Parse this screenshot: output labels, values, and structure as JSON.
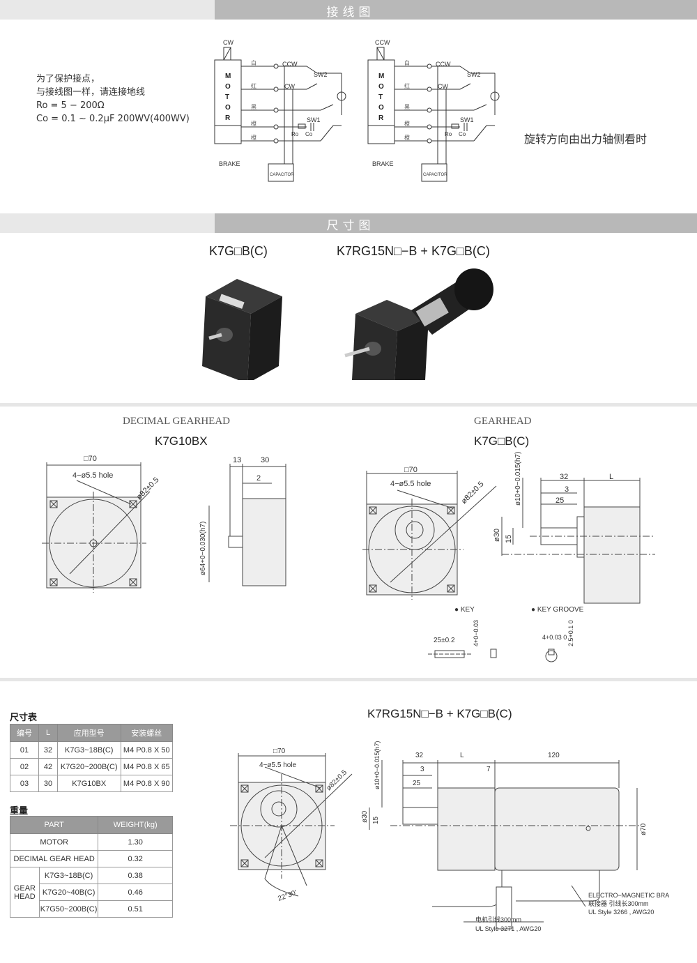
{
  "sections": {
    "wiring": "接线图",
    "dimensions": "尺寸图"
  },
  "wiring": {
    "note_line1": "为了保护接点，",
    "note_line2": "与接线图一样，请连接地线",
    "ro": "Ro = 5 − 200Ω",
    "co": "Co = 0.1 ~ 0.2μF 200WV(400WV)",
    "rotation_note": "旋转方向由出力轴侧看时",
    "left_diagram": {
      "direction": "CW"
    },
    "right_diagram": {
      "direction": "CCW"
    },
    "motor_letters": [
      "M",
      "O",
      "T",
      "O",
      "R"
    ],
    "brake": "BRAKE",
    "capacitor": "CAPACITOR",
    "wire_colors": [
      "白",
      "红",
      "黑",
      "橙",
      "橙"
    ],
    "labels": {
      "ccw": "CCW",
      "cw": "CW",
      "sw2": "SW2",
      "sw1": "SW1",
      "ro": "Ro",
      "co": "Co"
    }
  },
  "photos": {
    "model_left": "K7G□B(C)",
    "model_right": "K7RG15N□−B + K7G□B(C)"
  },
  "drawings": {
    "decimal_caption": "DECIMAL GEARHEAD",
    "decimal_model": "K7G10BX",
    "gear_caption": "GEARHEAD",
    "gear_model": "K7G□B(C)",
    "sq70": "□70",
    "hole": "4−ø5.5 hole",
    "dia82": "ø82±0.5",
    "dim13": "13",
    "dim30": "30",
    "dim2": "2",
    "dia64": "ø64+0−0.030(h7)",
    "dia10": "ø10+0−0.015(h7)",
    "dim32": "32",
    "dimL": "L",
    "dim3": "3",
    "dim25": "25",
    "dia30": "ø30",
    "dim15": "15",
    "key": "● KEY",
    "key_groove": "● KEY GROOVE",
    "key_len": "25±0.2",
    "key_w": "4+0−0.03",
    "groove_w": "4+0.03 0",
    "groove_d": "2.5+0.1 0"
  },
  "size_table": {
    "caption": "尺寸表",
    "headers": [
      "编号",
      "L",
      "应用型号",
      "安装螺丝"
    ],
    "rows": [
      [
        "01",
        "32",
        "K7G3~18B(C)",
        "M4 P0.8 X 50"
      ],
      [
        "02",
        "42",
        "K7G20~200B(C)",
        "M4 P0.8 X 65"
      ],
      [
        "03",
        "30",
        "K7G10BX",
        "M4 P0.8 X 90"
      ]
    ]
  },
  "weight_table": {
    "caption": "重量",
    "headers": [
      "PART",
      "WEIGHT(kg)"
    ],
    "motor": [
      "MOTOR",
      "1.30"
    ],
    "decimal": [
      "DECIMAL GEAR HEAD",
      "0.32"
    ],
    "gear_head_label": "GEAR HEAD",
    "gear_rows": [
      [
        "K7G3~18B(C)",
        "0.38"
      ],
      [
        "K7G20~40B(C)",
        "0.46"
      ],
      [
        "K7G50~200B(C)",
        "0.51"
      ]
    ]
  },
  "bottom_drawing": {
    "model": "K7RG15N□−B + K7G□B(C)",
    "dim120": "120",
    "dim7": "7",
    "dia70": "ø70",
    "angle": "22°30'",
    "brake_label1": "ELECTRO−MAGNETIC BRAKE",
    "brake_label2": "联接器 引线长300mm",
    "brake_label3": "UL Style 3266 , AWG20",
    "motor_label1": "电机引线300mm",
    "motor_label2": "UL Style 3271 , AWG20"
  }
}
